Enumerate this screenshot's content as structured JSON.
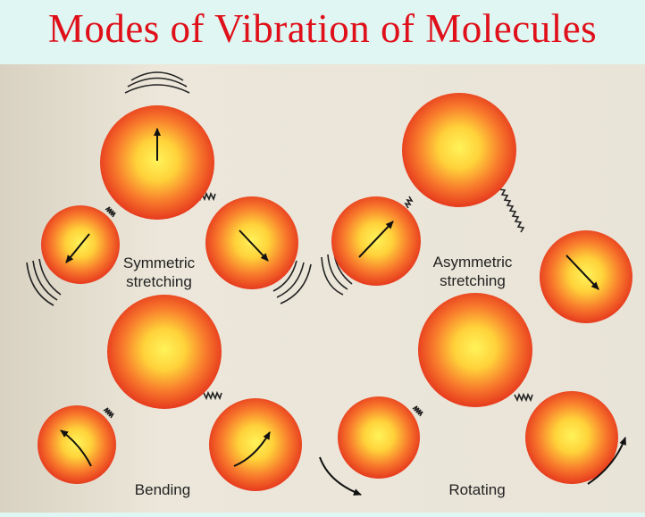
{
  "title": "Modes of Vibration of Molecules",
  "modes": [
    {
      "label_line1": "Symmetric",
      "label_line2": "stretching"
    },
    {
      "label_line1": "Asymmetric",
      "label_line2": "stretching"
    },
    {
      "label": "Bending"
    },
    {
      "label": "Rotating"
    }
  ],
  "colors": {
    "title": "#e0101a",
    "atom_center": "#ffe84a",
    "atom_edge": "#ee3f1f",
    "background": "#e8e2d3",
    "header_background": "#dff6f3"
  }
}
